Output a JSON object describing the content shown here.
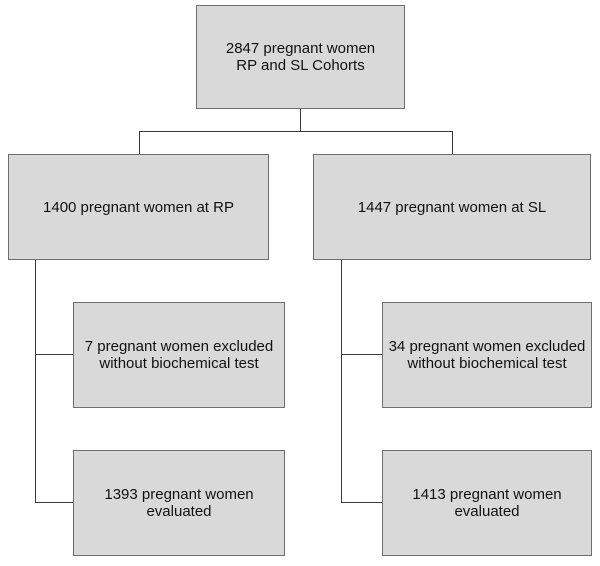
{
  "flowchart": {
    "root": {
      "text": "2847 pregnant women\nRP and SL Cohorts"
    },
    "left": {
      "cohort": {
        "text": "1400 pregnant women at RP"
      },
      "excluded": {
        "text": "7 pregnant women excluded\nwithout biochemical test"
      },
      "evaluated": {
        "text": "1393 pregnant women\nevaluated"
      }
    },
    "right": {
      "cohort": {
        "text": "1447 pregnant women at SL"
      },
      "excluded": {
        "text": "34 pregnant women excluded\nwithout biochemical test"
      },
      "evaluated": {
        "text": "1413 pregnant women\nevaluated"
      }
    },
    "colors": {
      "box_fill": "#d9d9d9",
      "box_border": "#6e6e6e",
      "connector": "#3a3a3a"
    }
  }
}
